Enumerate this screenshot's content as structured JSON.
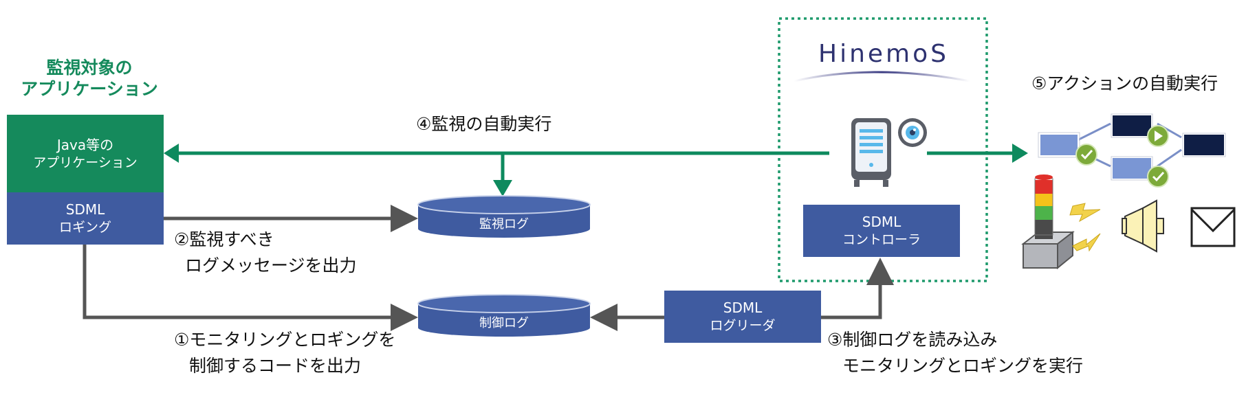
{
  "app_heading": {
    "line1": "監視対象の",
    "line2": "アプリケーション"
  },
  "java_app": {
    "line1": "Java等の",
    "line2": "アプリケーション"
  },
  "sdml_logging": {
    "line1": "SDML",
    "line2": "ロギング"
  },
  "monitoring_log": "監視ログ",
  "control_log": "制御ログ",
  "sdml_logreader": {
    "line1": "SDML",
    "line2": "ログリーダ"
  },
  "hinemos_logo": "HinemoS",
  "sdml_controller": {
    "line1": "SDML",
    "line2": "コントローラ"
  },
  "steps": {
    "step1": {
      "line1": "①モニタリングとロギングを",
      "line2": "制御するコードを出力"
    },
    "step2": {
      "line1": "②監視すべき",
      "line2": "ログメッセージを出力"
    },
    "step3": {
      "line1": "③制御ログを読み込み",
      "line2": "モニタリングとロギングを実行"
    },
    "step4": "④監視の自動実行",
    "step5": "⑤アクションの自動実行"
  },
  "icons": [
    "server-icon",
    "eye-icon",
    "workflow-icon",
    "signal-tower-icon",
    "lightning-icon",
    "speaker-icon",
    "mail-icon"
  ],
  "colors": {
    "green": "#158a5c",
    "dark_green_line": "#0e8a5e",
    "blue": "#3f5ba0",
    "gray_arrow": "#555555",
    "dashed_border": "#1e9a6c",
    "navy": "#0f1e45"
  }
}
